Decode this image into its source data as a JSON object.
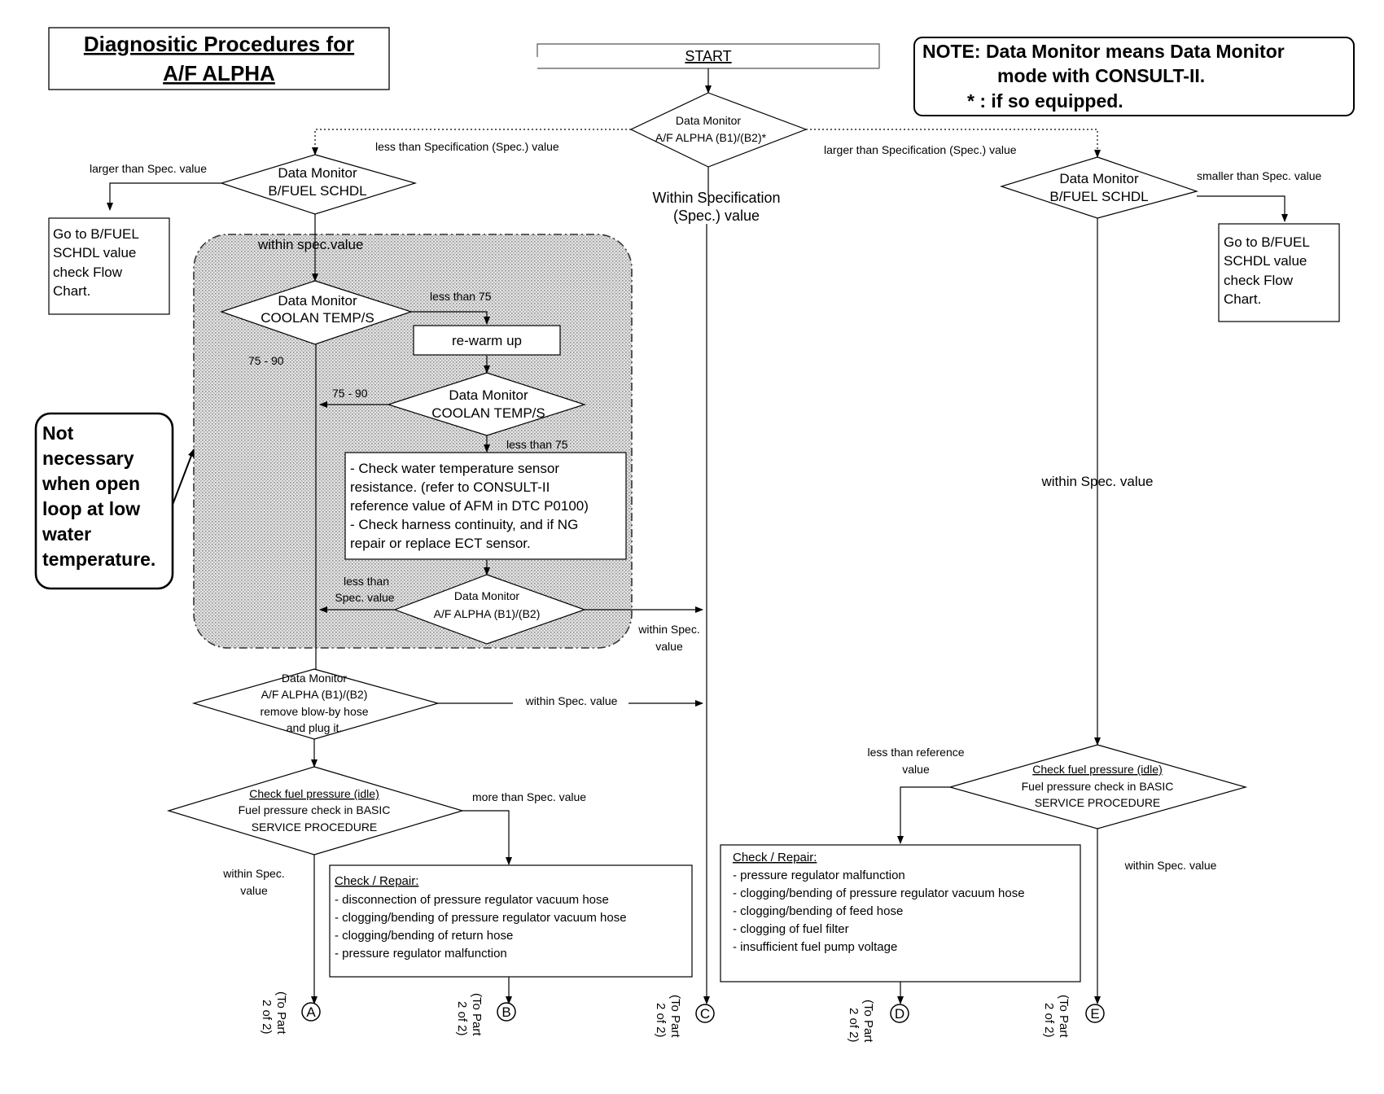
{
  "title": {
    "line1": "Diagnositic Procedures for",
    "line2": "A/F ALPHA"
  },
  "start": "START",
  "note": {
    "line1": "NOTE: Data Monitor means Data Monitor",
    "line2": "mode with CONSULT-II.",
    "line3": "* : if so equipped."
  },
  "callout": [
    "Not",
    "necessary",
    "when open",
    "loop at low",
    "water",
    "temperature."
  ],
  "decisions": {
    "top": [
      "Data Monitor",
      "A/F ALPHA (B1)/(B2)*"
    ],
    "left_fuel": [
      "Data Monitor",
      "B/FUEL SCHDL"
    ],
    "right_fuel": [
      "Data Monitor",
      "B/FUEL SCHDL"
    ],
    "coolant1": [
      "Data Monitor",
      "COOLAN TEMP/S"
    ],
    "coolant2": [
      "Data Monitor",
      "COOLAN TEMP/S"
    ],
    "alpha_inner": [
      "Data Monitor",
      "A/F ALPHA (B1)/(B2)"
    ],
    "blowby": [
      "Data Monitor",
      "A/F ALPHA (B1)/(B2)",
      "remove blow-by hose",
      "and plug it."
    ],
    "fuel_left": [
      "Check fuel pressure (idle)",
      "Fuel pressure check in BASIC",
      "SERVICE PROCEDURE"
    ],
    "fuel_right": [
      "Check fuel pressure (idle)",
      "Fuel pressure check in BASIC",
      "SERVICE PROCEDURE"
    ]
  },
  "boxes": {
    "goto_left": [
      "Go to B/FUEL",
      "SCHDL value",
      "check Flow",
      "Chart."
    ],
    "goto_right": [
      "Go to B/FUEL",
      "SCHDL value",
      "check Flow",
      "Chart."
    ],
    "rewarm": "re-warm up",
    "check_water": [
      "- Check water temperature sensor",
      "resistance. (refer to CONSULT-II",
      "reference value of AFM in DTC P0100)",
      "- Check harness continuity, and if NG",
      "repair or replace ECT sensor."
    ],
    "repair_left": {
      "heading": "Check / Repair:",
      "items": [
        "- disconnection of pressure regulator vacuum hose",
        "- clogging/bending of pressure regulator vacuum hose",
        "- clogging/bending of return hose",
        "- pressure regulator malfunction"
      ]
    },
    "repair_right": {
      "heading": "Check / Repair:",
      "items": [
        "- pressure regulator malfunction",
        "- clogging/bending of pressure regulator vacuum hose",
        "- clogging/bending of feed hose",
        "- clogging of fuel filter",
        "- insufficient fuel pump voltage"
      ]
    }
  },
  "labels": {
    "less_spec": "less than Specification (Spec.) value",
    "larger_spec": "larger than Specification (Spec.) value",
    "larger_spec_value": "larger than Spec. value",
    "smaller_spec_value": "smaller than Spec. value",
    "within_spec_center": [
      "Within Specification",
      "(Spec.) value"
    ],
    "within_spec_value": "within spec.value",
    "less_75_a": "less than 75",
    "range_a": "75 - 90",
    "range_b": "75 - 90",
    "less_75_b": "less than 75",
    "less_than_spec": [
      "less than",
      "Spec. value"
    ],
    "within_spec_inner": [
      "within Spec.",
      "value"
    ],
    "within_spec_blowby": "within Spec. value",
    "more_than_spec": "more than Spec. value",
    "within_spec_left": [
      "within Spec.",
      "value"
    ],
    "within_spec_right_mid": "within Spec. value",
    "less_reference": [
      "less than reference",
      "value"
    ],
    "within_spec_right_low": "within Spec. value"
  },
  "connectors": [
    {
      "letter": "A",
      "note": [
        "(To Part",
        "2 of 2)"
      ]
    },
    {
      "letter": "B",
      "note": [
        "(To Part",
        "2 of 2)"
      ]
    },
    {
      "letter": "C",
      "note": [
        "(To Part",
        "2 of 2)"
      ]
    },
    {
      "letter": "D",
      "note": [
        "(To Part",
        "2 of 2)"
      ]
    },
    {
      "letter": "E",
      "note": [
        "(To Part",
        "2 of 2)"
      ]
    }
  ]
}
